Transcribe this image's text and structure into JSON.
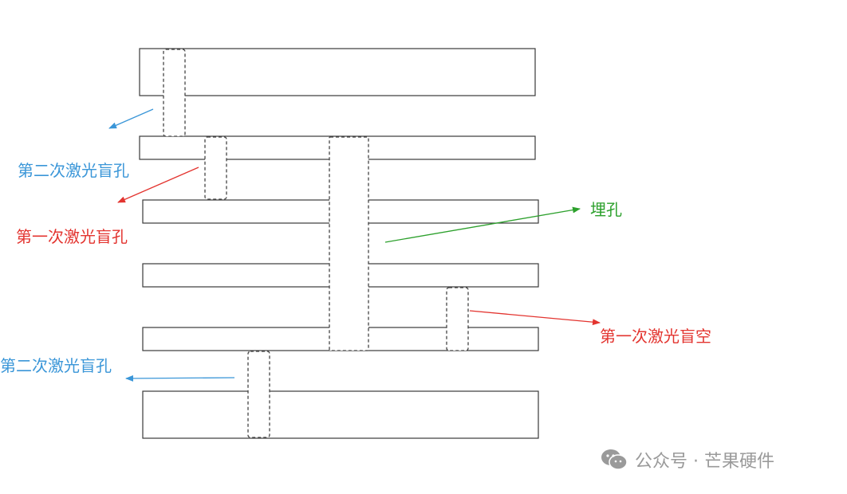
{
  "colors": {
    "blue": "#3a96d8",
    "red": "#e3342f",
    "green": "#2ca02c",
    "outline": "#3a3a3a",
    "watermark": "#9a9a9a"
  },
  "labels": {
    "second_laser_blind_hole_top": "第二次激光盲孔",
    "first_laser_blind_hole": "第一次激光盲孔",
    "buried_hole": "埋孔",
    "first_laser_blind_cavity": "第一次激光盲空",
    "second_laser_blind_hole_bottom": "第二次激光盲孔"
  },
  "watermark": {
    "icon": "wechat-icon",
    "text": "公众号 · 芒果硬件"
  }
}
